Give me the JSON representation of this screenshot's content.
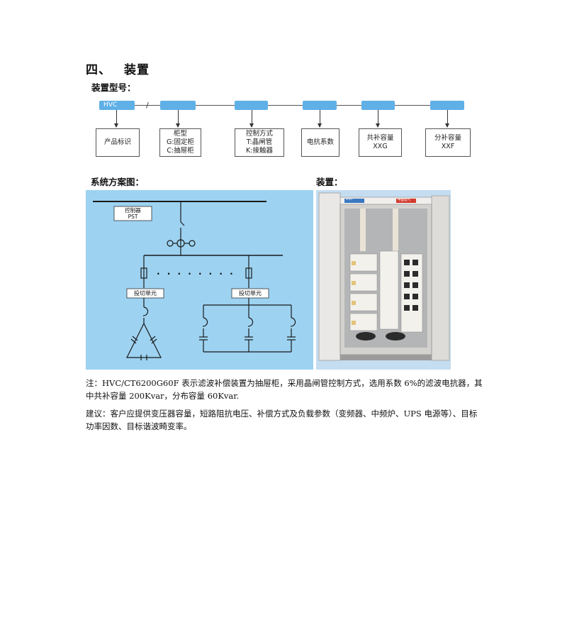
{
  "heading": {
    "number": "四、",
    "title": "装置"
  },
  "model_label": "装置型号：",
  "model_code": {
    "prefix": "HVC",
    "separator": "/",
    "fields": [
      {
        "lines": [
          "产品标识"
        ]
      },
      {
        "lines": [
          "柜型",
          "G:固定柜",
          "C:抽屉柜"
        ]
      },
      {
        "lines": [
          "控制方式",
          "T:晶闸管",
          "K:接触器"
        ]
      },
      {
        "lines": [
          "电抗系数"
        ]
      },
      {
        "lines": [
          "共补容量",
          "XXG"
        ]
      },
      {
        "lines": [
          "分补容量",
          "XXF"
        ]
      }
    ]
  },
  "scheme_label": "系统方案图：",
  "device_label": "装置：",
  "diagram": {
    "controller": {
      "line1": "控制器",
      "line2": "PST"
    },
    "switch_unit_left": "投切单元",
    "switch_unit_right": "投切单元",
    "dots": ". . . . . . . ."
  },
  "photo": {
    "tag_left": "HVC",
    "tag_right": "中国电气"
  },
  "note": "注：HVC/CT6200G60F 表示滤波补偿装置为抽屉柜，采用晶闸管控制方式，选用系数 6%的滤波电抗器，其中共补容量 200Kvar，分布容量 60Kvar.",
  "suggestion": "建议：客户应提供变压器容量，短路阻抗电压、补偿方式及负载参数（变频器、中频炉、UPS 电源等）、目标功率因数、目标谐波畸变率。",
  "colors": {
    "pill": "#5fb0e6",
    "diagram_bg": "#9dd2f1"
  }
}
